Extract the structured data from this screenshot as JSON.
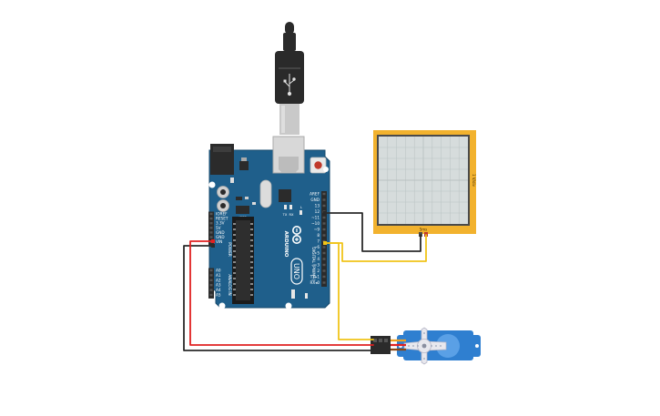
{
  "canvas": {
    "background": "#ffffff"
  },
  "arduino": {
    "board_color": "#1f5f8b",
    "header_color": "#2b2b2b",
    "model_label": "UNO",
    "brand_label": "ARDUINO",
    "icsp_label": "ICSP",
    "tx_label": "TX",
    "rx_label": "RX",
    "led_label": "L",
    "digital_label": "DIGITAL (PWM~)",
    "analog_label": "ANALOG IN",
    "power_label": "POWER",
    "power_pins": [
      "IOREF",
      "RESET",
      "3.3V",
      "5V",
      "GND",
      "GND",
      "VIN"
    ],
    "analog_pins": [
      "A0",
      "A1",
      "A2",
      "A3",
      "A4",
      "A5"
    ],
    "digital_pins": [
      "AREF",
      "GND",
      "13",
      "12",
      "~11",
      "~10",
      "~9",
      "8",
      "7",
      "~6",
      "~5",
      "4",
      "~3",
      "2",
      "TX▸1",
      "RX◂0"
    ]
  },
  "oscilloscope": {
    "frame_color": "#f2b22e",
    "screen_color": "#d6dcdc",
    "grid_color": "#b9c2c2",
    "side_label": "1 V/div",
    "bottom_label": "5ms"
  },
  "servo": {
    "body_color": "#2f7fd0",
    "horn_color": "#e8e8ee"
  },
  "wires": {
    "red": "#e02020",
    "black": "#2a2a2a",
    "yellow": "#f0c419"
  },
  "usb": {
    "plug_color": "#2a2a2a",
    "metal_color": "#c9c9c9"
  }
}
